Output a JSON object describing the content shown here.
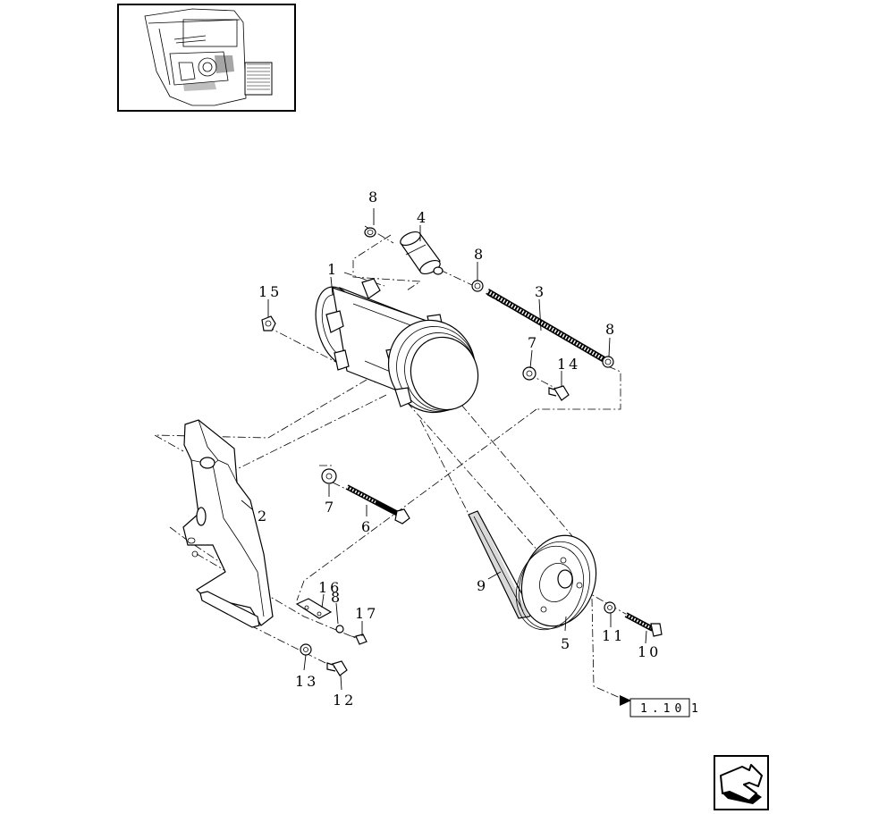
{
  "callouts": {
    "c1": "1",
    "c2": "2",
    "c3": "3",
    "c4": "4",
    "c5": "5",
    "c6": "6",
    "c7a": "7",
    "c7b": "7",
    "c8a": "8",
    "c8b": "8",
    "c8c": "8",
    "c8d": "8",
    "c9": "9",
    "c10": "10",
    "c11": "11",
    "c12": "12",
    "c13": "13",
    "c14": "14",
    "c15": "15",
    "c16": "16",
    "c17": "17"
  },
  "reference_box": {
    "text": "1.10",
    "suffix": "1"
  },
  "icons": {
    "thumbnail": "cab-locator-thumbnail",
    "nav": "return-arrow-icon"
  }
}
